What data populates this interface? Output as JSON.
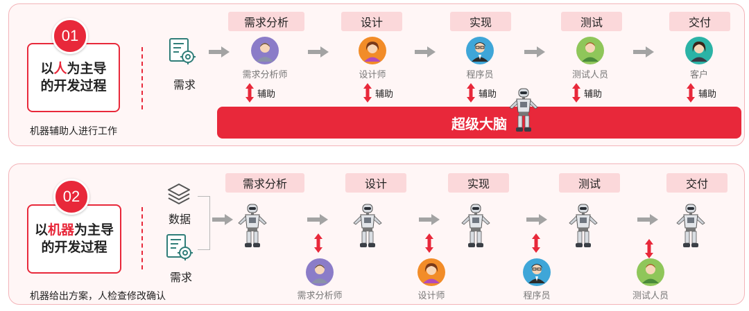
{
  "colors": {
    "accent": "#e8283a",
    "stage_bg": "#fbd8da",
    "panel_bg": "#fff6f6"
  },
  "panel1": {
    "badge": "01",
    "title_prefix": "以",
    "title_highlight": "人",
    "title_suffix": "为主导",
    "title_line2": "的开发过程",
    "caption": "机器辅助人进行工作",
    "input_label": "需求",
    "input_icon": "requirements-doc-icon",
    "stages": [
      "需求分析",
      "设计",
      "实现",
      "测试",
      "交付"
    ],
    "roles": [
      "需求分析师",
      "设计师",
      "程序员",
      "测试人员",
      "客户"
    ],
    "assist_label": "辅助",
    "brain_label": "超级大脑"
  },
  "panel2": {
    "badge": "02",
    "title_prefix": "以",
    "title_highlight": "机器",
    "title_suffix": "为主导",
    "title_line2": "的开发过程",
    "caption": "机器给出方案，人检查修改确认",
    "input_labels": [
      "数据",
      "需求"
    ],
    "input_icons": [
      "data-layers-icon",
      "requirements-doc-icon"
    ],
    "stages": [
      "需求分析",
      "设计",
      "实现",
      "测试",
      "交付"
    ],
    "roles": [
      "需求分析师",
      "设计师",
      "程序员",
      "测试人员"
    ]
  }
}
